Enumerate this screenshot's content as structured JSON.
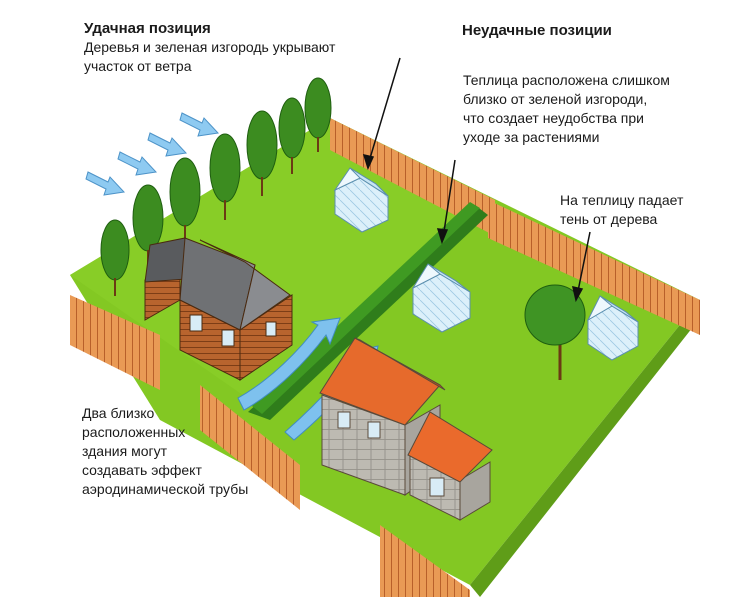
{
  "annotations": {
    "good_position": {
      "heading": "Удачная позиция",
      "lines": [
        "Деревья и зеленая изгородь укрывают",
        "участок от ветра"
      ]
    },
    "bad_positions": {
      "heading": "Неудачные позиции"
    },
    "greenhouse_hedge": {
      "lines": [
        "Теплица расположена слишком",
        "близко от зеленой изгороди,",
        "что создает неудобства при",
        "уходе за растениями"
      ]
    },
    "greenhouse_shade": {
      "lines": [
        "На теплицу падает",
        "тень от дерева"
      ]
    },
    "wind_tunnel": {
      "lines": [
        "Два близко",
        "расположенных",
        "здания могут",
        "создавать эффект",
        "аэродинамической трубы"
      ]
    }
  },
  "colors": {
    "lawn": "#7fc51f",
    "lawn_dark": "#5aa514",
    "fence": "#e7924a",
    "hedge": "#2f7d1b",
    "tree": "#3e8f22",
    "roof_grey": "#6b6d70",
    "roof_orange": "#e9622a",
    "wall_wood": "#b8642e",
    "wall_stone": "#b7b5ad",
    "wind_arrow": "#7ec1ee",
    "greenhouse": "#d6ecf7"
  }
}
